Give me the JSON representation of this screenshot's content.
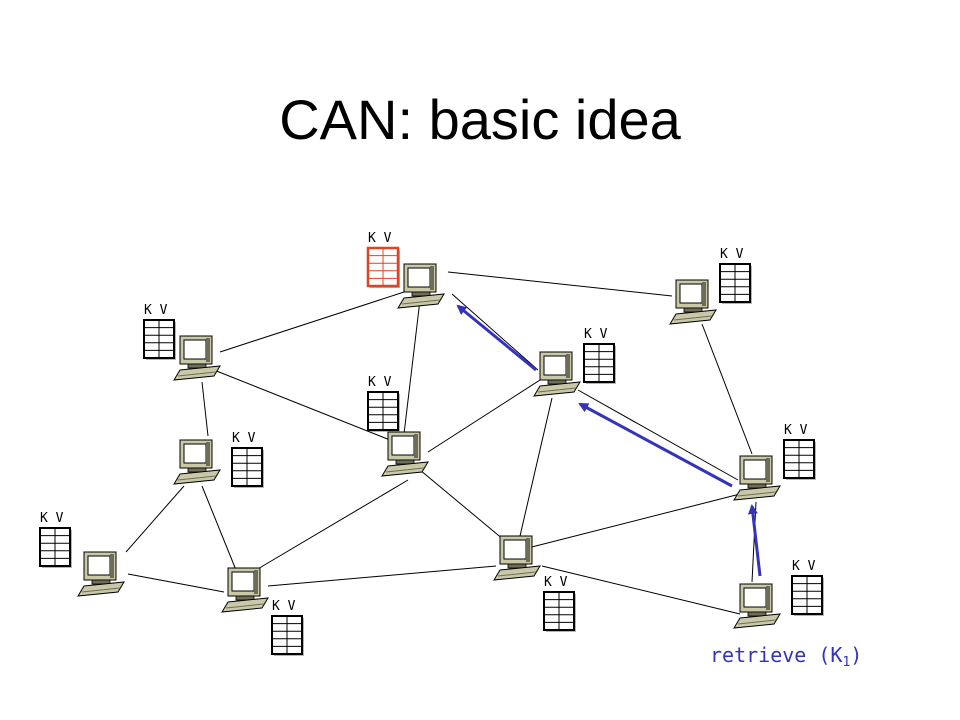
{
  "title": "CAN: basic idea",
  "table_header": "K  V",
  "query": {
    "label": "retrieve (K",
    "subscript": "1",
    "close": ")"
  },
  "colors": {
    "edge": "#000000",
    "arrow": "#3333bb",
    "highlight_table": "#dd4422",
    "table": "#000000",
    "monitor_body": "#c9c9a8",
    "monitor_shadow": "#6e6e58",
    "screen": "#ffffff"
  },
  "icons": [
    "computer-icon",
    "kv-table-icon",
    "arrow-icon"
  ]
}
